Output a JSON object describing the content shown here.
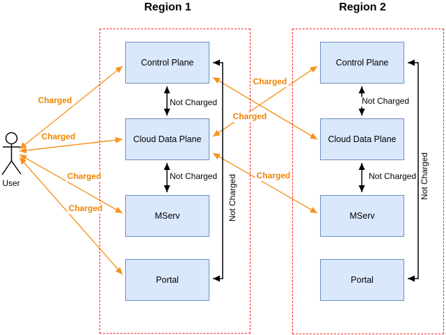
{
  "actor": {
    "label": "User"
  },
  "regions": [
    {
      "id": "region-1",
      "title": "Region 1",
      "boxes": [
        "Control Plane",
        "Cloud Data Plane",
        "MServ",
        "Portal"
      ]
    },
    {
      "id": "region-2",
      "title": "Region 2",
      "boxes": [
        "Control Plane",
        "Cloud Data Plane",
        "MServ",
        "Portal"
      ]
    }
  ],
  "edges": [
    {
      "from": "User",
      "to": "Region 1 / Control Plane",
      "label": "Charged",
      "bidirectional": true
    },
    {
      "from": "User",
      "to": "Region 1 / Cloud Data Plane",
      "label": "Charged",
      "bidirectional": true
    },
    {
      "from": "User",
      "to": "Region 1 / MServ",
      "label": "Charged",
      "bidirectional": true
    },
    {
      "from": "User",
      "to": "Region 1 / Portal",
      "label": "Charged",
      "bidirectional": true
    },
    {
      "from": "Region 1 / Cloud Data Plane",
      "to": "Region 2 / Control Plane",
      "label": "Charged",
      "bidirectional": true
    },
    {
      "from": "Region 1 / Control Plane",
      "to": "Region 2 / Cloud Data Plane",
      "label": "Charged",
      "bidirectional": true
    },
    {
      "from": "Region 1 / Cloud Data Plane",
      "to": "Region 2 / MServ",
      "label": "Charged",
      "bidirectional": true
    },
    {
      "from": "Region 1 / Control Plane",
      "to": "Region 1 / Cloud Data Plane",
      "label": "Not Charged",
      "bidirectional": true
    },
    {
      "from": "Region 1 / Cloud Data Plane",
      "to": "Region 1 / MServ",
      "label": "Not Charged",
      "bidirectional": true
    },
    {
      "from": "Region 1 / Portal",
      "to": "Region 1 / Control Plane",
      "label": "Not Charged",
      "bidirectional": true,
      "label_rotated": true
    },
    {
      "from": "Region 2 / Control Plane",
      "to": "Region 2 / Cloud Data Plane",
      "label": "Not Charged",
      "bidirectional": true
    },
    {
      "from": "Region 2 / Cloud Data Plane",
      "to": "Region 2 / MServ",
      "label": "Not Charged",
      "bidirectional": true
    },
    {
      "from": "Region 2 / Portal",
      "to": "Region 2 / Control Plane",
      "label": "Not Charged",
      "bidirectional": true,
      "label_rotated": true
    }
  ],
  "colors": {
    "charged_accent": "#ef8300",
    "not_charged_line": "#000000",
    "box_fill": "#dae8fc",
    "box_stroke": "#6c8ebf",
    "region_border": "#ff1a1a"
  }
}
